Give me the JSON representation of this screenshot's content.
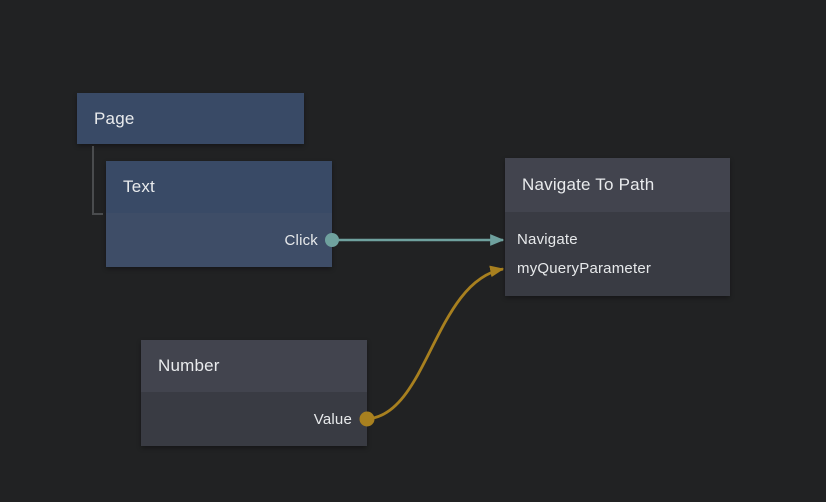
{
  "colors": {
    "canvas_bg": "#212223",
    "visual_node_header": "#394a66",
    "visual_node_body": "#3e4d67",
    "logic_node_header": "#42444e",
    "logic_node_body": "#393b43",
    "signal_connection": "#6fa19e",
    "data_connection": "#a8801f",
    "label": "#e7e9eb",
    "hierarchy_line": "#4a4c4e"
  },
  "nodes": {
    "page": {
      "title": "Page"
    },
    "text": {
      "title": "Text",
      "output_label": "Click"
    },
    "number": {
      "title": "Number",
      "output_label": "Value"
    },
    "navigate_to_path": {
      "title": "Navigate To Path",
      "input_labels": [
        "Navigate",
        "myQueryParameter"
      ]
    }
  },
  "connections": [
    {
      "from": "Text.Click",
      "to": "Navigate To Path.Navigate",
      "kind": "signal"
    },
    {
      "from": "Number.Value",
      "to": "Navigate To Path.myQueryParameter",
      "kind": "data"
    }
  ],
  "hierarchy": [
    {
      "parent": "Page",
      "child": "Text"
    }
  ]
}
